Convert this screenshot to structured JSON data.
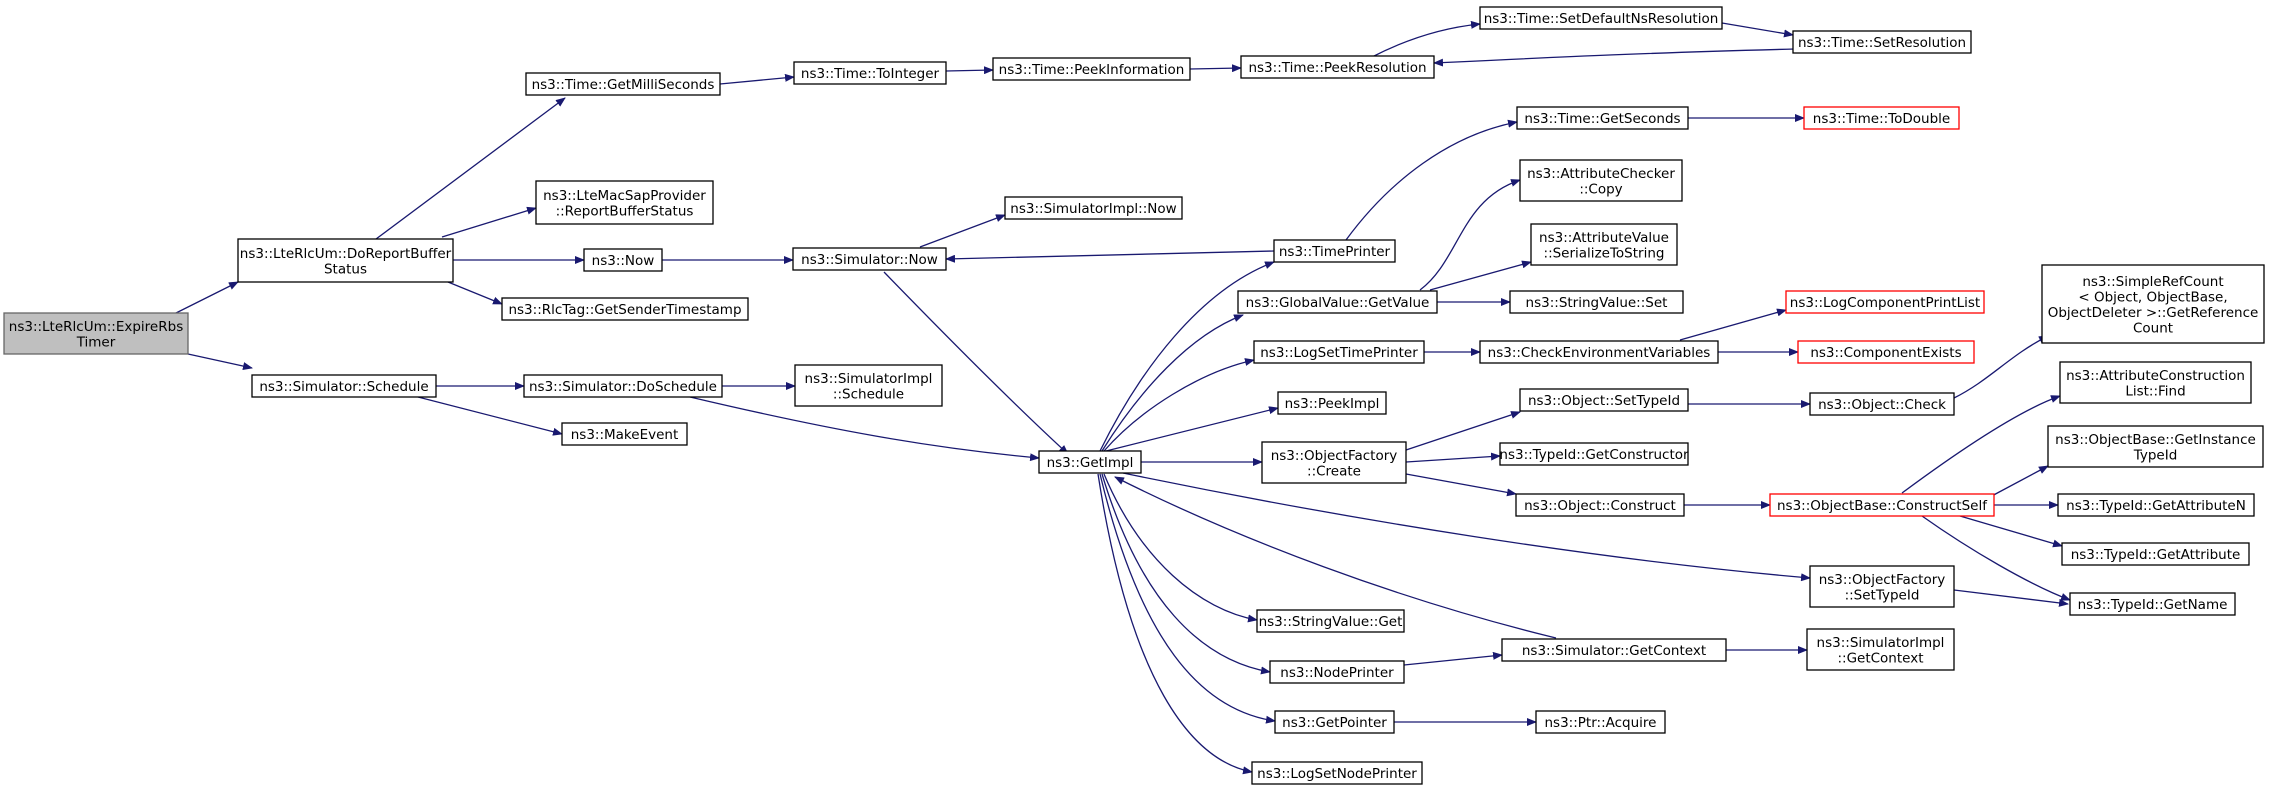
{
  "colors": {
    "edge": "#191970",
    "node_fill": "#ffffff",
    "node_border": "#000000",
    "root_fill": "#bfbfbf",
    "root_border": "#666666",
    "truncated_border": "#ff0000"
  },
  "nodes": [
    {
      "id": "expire",
      "lines": [
        "ns3::LteRlcUm::ExpireRbs",
        "Timer"
      ],
      "style": "root"
    },
    {
      "id": "doreport",
      "lines": [
        "ns3::LteRlcUm::DoReportBuffer",
        "Status"
      ]
    },
    {
      "id": "schedule",
      "lines": [
        "ns3::Simulator::Schedule"
      ]
    },
    {
      "id": "getmilli",
      "lines": [
        "ns3::Time::GetMilliSeconds"
      ]
    },
    {
      "id": "lmsap",
      "lines": [
        "ns3::LteMacSapProvider",
        "::ReportBufferStatus"
      ]
    },
    {
      "id": "now",
      "lines": [
        "ns3::Now"
      ]
    },
    {
      "id": "rlctag",
      "lines": [
        "ns3::RlcTag::GetSenderTimestamp"
      ]
    },
    {
      "id": "doschedule",
      "lines": [
        "ns3::Simulator::DoSchedule"
      ]
    },
    {
      "id": "makeevent",
      "lines": [
        "ns3::MakeEvent"
      ]
    },
    {
      "id": "tointeger",
      "lines": [
        "ns3::Time::ToInteger"
      ]
    },
    {
      "id": "peekinfo",
      "lines": [
        "ns3::Time::PeekInformation"
      ]
    },
    {
      "id": "peekres",
      "lines": [
        "ns3::Time::PeekResolution"
      ]
    },
    {
      "id": "setdefns",
      "lines": [
        "ns3::Time::SetDefaultNsResolution"
      ]
    },
    {
      "id": "setres",
      "lines": [
        "ns3::Time::SetResolution"
      ]
    },
    {
      "id": "simnow",
      "lines": [
        "ns3::Simulator::Now"
      ]
    },
    {
      "id": "simimplnow",
      "lines": [
        "ns3::SimulatorImpl::Now"
      ]
    },
    {
      "id": "simimplsched",
      "lines": [
        "ns3::SimulatorImpl",
        "::Schedule"
      ]
    },
    {
      "id": "getimpl",
      "lines": [
        "ns3::GetImpl"
      ]
    },
    {
      "id": "timeprinter",
      "lines": [
        "ns3::TimePrinter"
      ]
    },
    {
      "id": "getseconds",
      "lines": [
        "ns3::Time::GetSeconds"
      ]
    },
    {
      "id": "todouble",
      "lines": [
        "ns3::Time::ToDouble"
      ],
      "style": "truncated"
    },
    {
      "id": "attrcheck",
      "lines": [
        "ns3::AttributeChecker",
        "::Copy"
      ]
    },
    {
      "id": "attrval",
      "lines": [
        "ns3::AttributeValue",
        "::SerializeToString"
      ]
    },
    {
      "id": "globalval",
      "lines": [
        "ns3::GlobalValue::GetValue"
      ]
    },
    {
      "id": "strvalset",
      "lines": [
        "ns3::StringValue::Set"
      ]
    },
    {
      "id": "logsettime",
      "lines": [
        "ns3::LogSetTimePrinter"
      ]
    },
    {
      "id": "checkenv",
      "lines": [
        "ns3::CheckEnvironmentVariables"
      ]
    },
    {
      "id": "logcomplist",
      "lines": [
        "ns3::LogComponentPrintList"
      ],
      "style": "truncated"
    },
    {
      "id": "compexists",
      "lines": [
        "ns3::ComponentExists"
      ],
      "style": "truncated"
    },
    {
      "id": "peekimpl",
      "lines": [
        "ns3::PeekImpl"
      ]
    },
    {
      "id": "ofcreate",
      "lines": [
        "ns3::ObjectFactory",
        "::Create"
      ]
    },
    {
      "id": "objsettype",
      "lines": [
        "ns3::Object::SetTypeId"
      ]
    },
    {
      "id": "objcheck",
      "lines": [
        "ns3::Object::Check"
      ]
    },
    {
      "id": "simplerefcount",
      "lines": [
        "ns3::SimpleRefCount",
        "< Object, ObjectBase,",
        "ObjectDeleter >::GetReference",
        "Count"
      ]
    },
    {
      "id": "tidgetctor",
      "lines": [
        "ns3::TypeId::GetConstructor"
      ]
    },
    {
      "id": "objconstruct",
      "lines": [
        "ns3::Object::Construct"
      ]
    },
    {
      "id": "obconstructself",
      "lines": [
        "ns3::ObjectBase::ConstructSelf"
      ],
      "style": "truncated"
    },
    {
      "id": "attrconstrfind",
      "lines": [
        "ns3::AttributeConstruction",
        "List::Find"
      ]
    },
    {
      "id": "obgetinstance",
      "lines": [
        "ns3::ObjectBase::GetInstance",
        "TypeId"
      ]
    },
    {
      "id": "tidgetattrn",
      "lines": [
        "ns3::TypeId::GetAttributeN"
      ]
    },
    {
      "id": "tidgetattr",
      "lines": [
        "ns3::TypeId::GetAttribute"
      ]
    },
    {
      "id": "ofsettype",
      "lines": [
        "ns3::ObjectFactory",
        "::SetTypeId"
      ]
    },
    {
      "id": "tidgetname",
      "lines": [
        "ns3::TypeId::GetName"
      ]
    },
    {
      "id": "strvalget",
      "lines": [
        "ns3::StringValue::Get"
      ]
    },
    {
      "id": "simgetctx",
      "lines": [
        "ns3::Simulator::GetContext"
      ]
    },
    {
      "id": "simimplgetctx",
      "lines": [
        "ns3::SimulatorImpl",
        "::GetContext"
      ]
    },
    {
      "id": "nodeprinter",
      "lines": [
        "ns3::NodePrinter"
      ]
    },
    {
      "id": "getpointer",
      "lines": [
        "ns3::GetPointer"
      ]
    },
    {
      "id": "ptracquire",
      "lines": [
        "ns3::Ptr::Acquire"
      ]
    },
    {
      "id": "logsetnode",
      "lines": [
        "ns3::LogSetNodePrinter"
      ]
    }
  ]
}
